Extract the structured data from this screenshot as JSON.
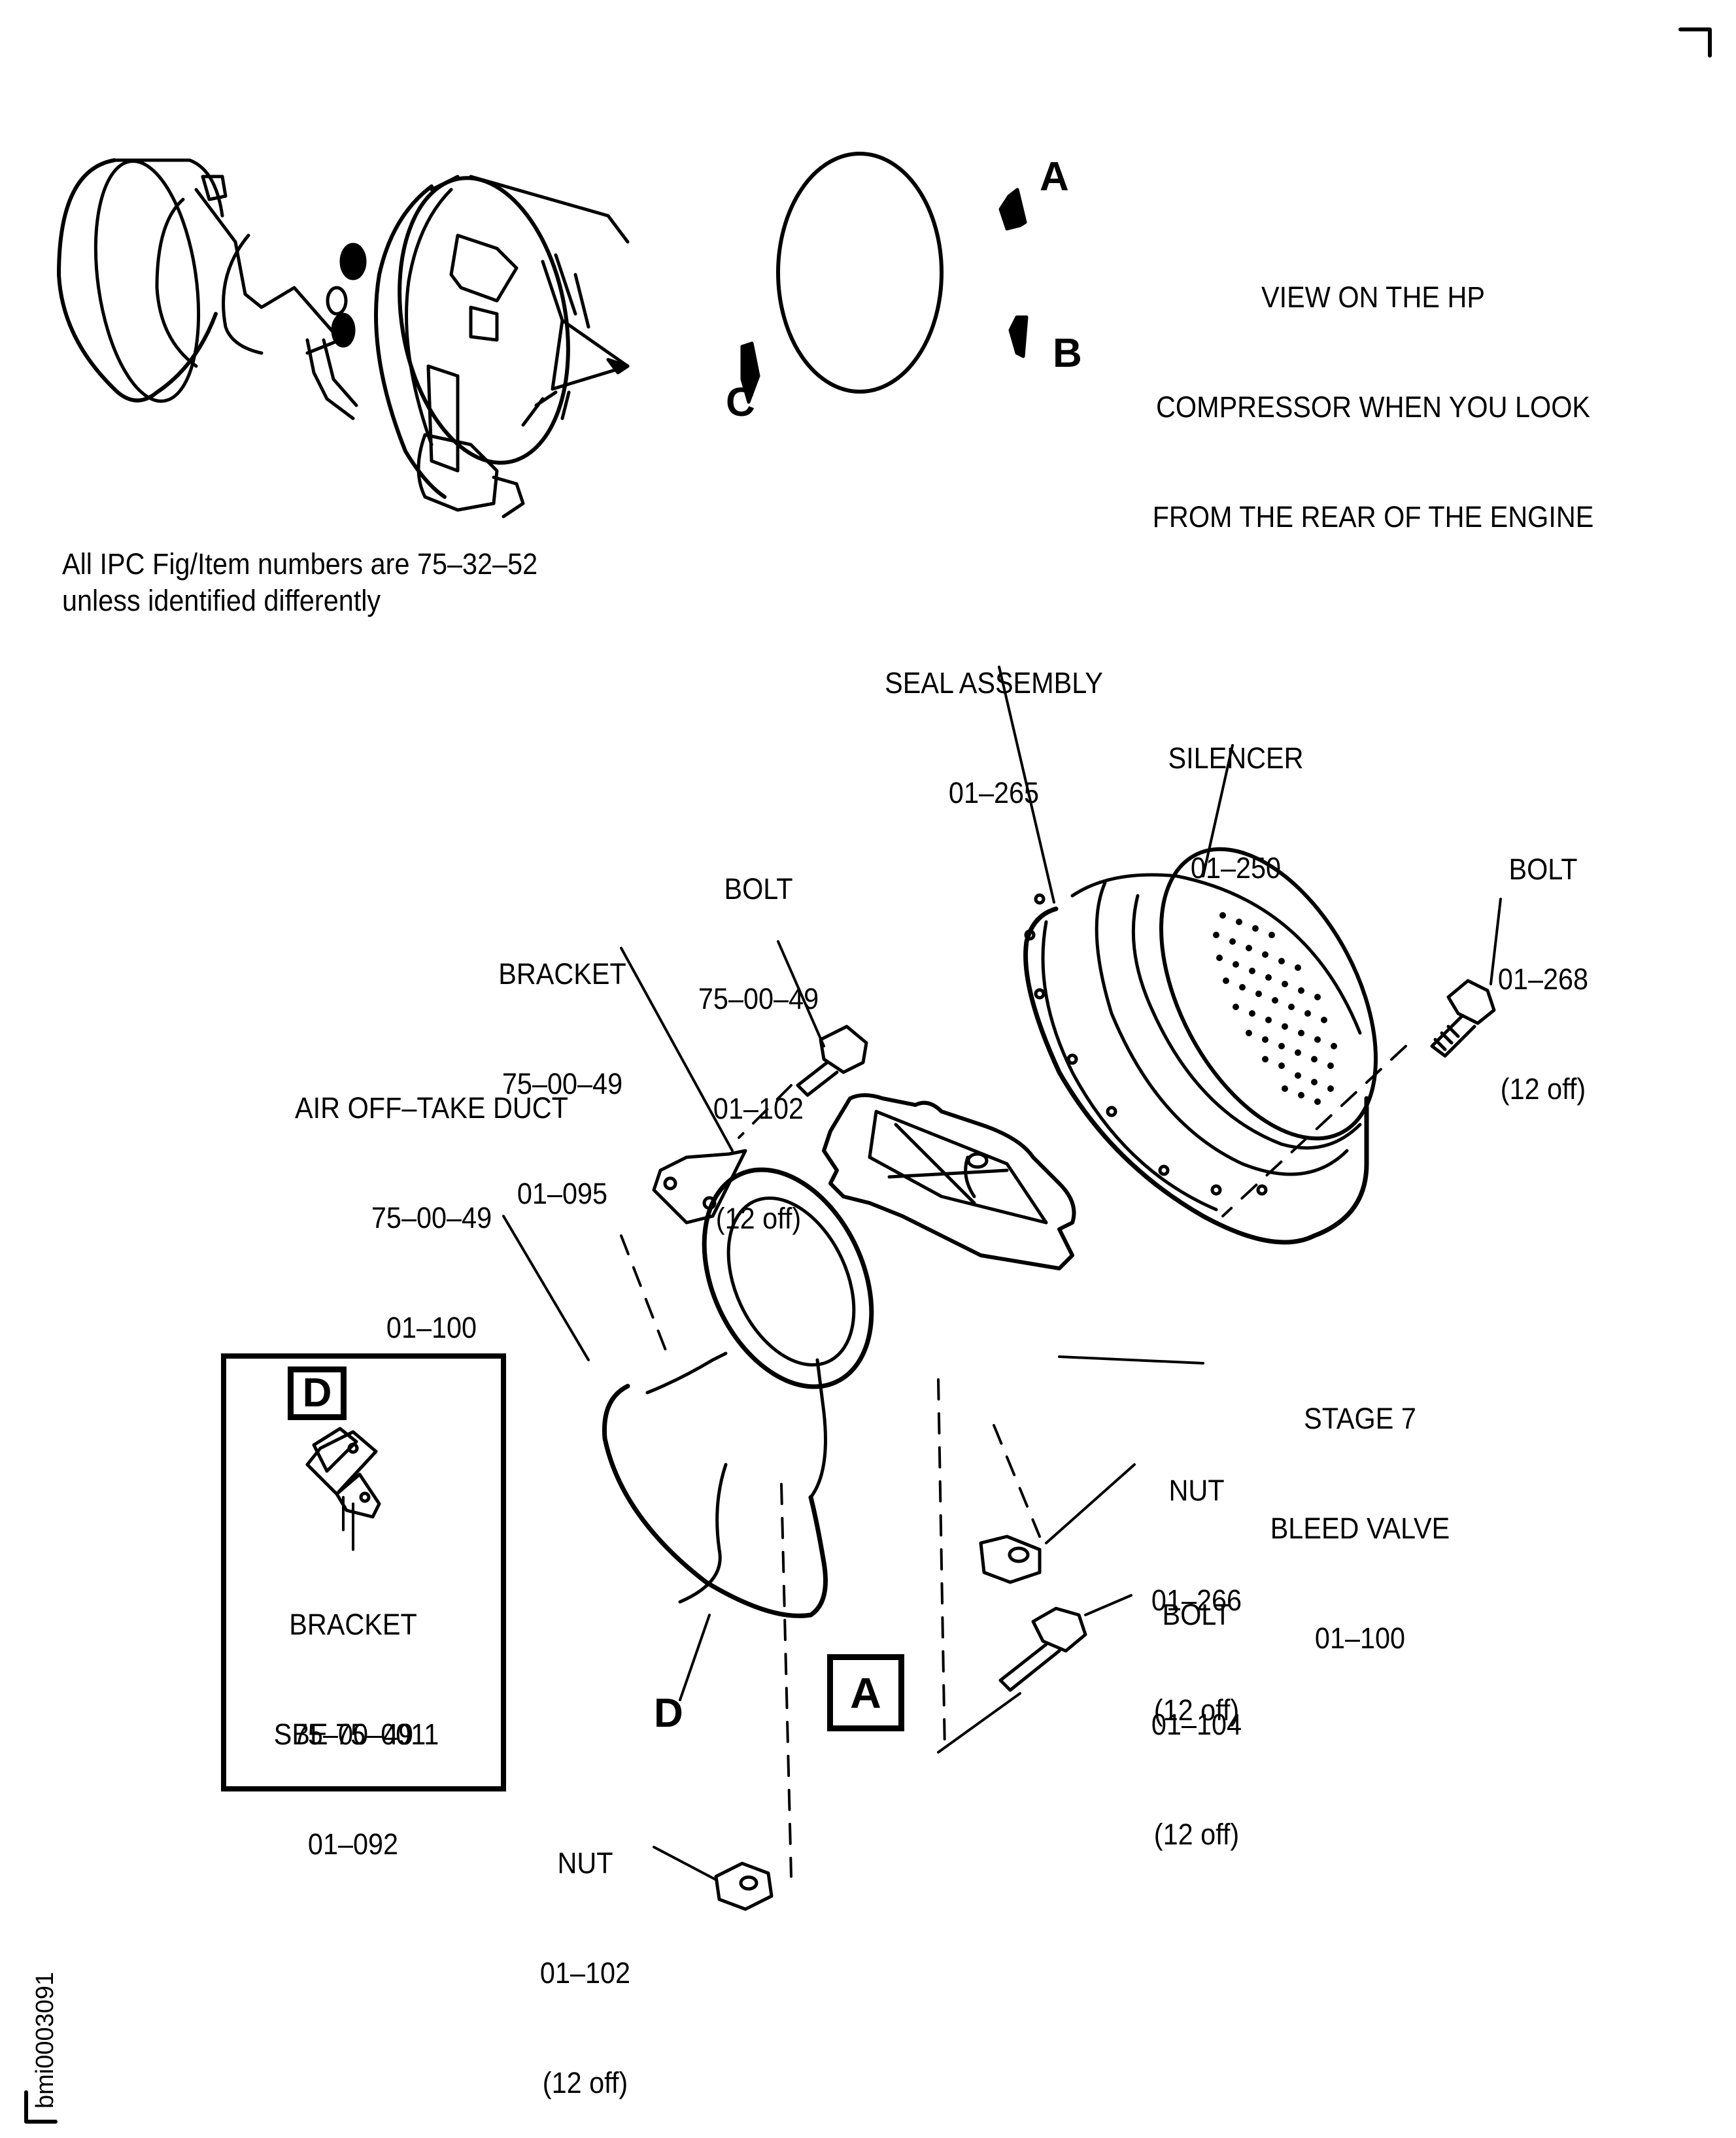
{
  "figure_id": "bmi0003091",
  "note": {
    "line1": "All IPC Fig/Item numbers are 75–32–52",
    "line2": "unless identified differently"
  },
  "view_caption": {
    "line1": "VIEW ON THE HP",
    "line2": "COMPRESSOR WHEN YOU LOOK",
    "line3": "FROM THE REAR OF THE ENGINE"
  },
  "position_markers": [
    "A",
    "B",
    "C"
  ],
  "callouts": {
    "seal_assembly": {
      "name": "SEAL ASSEMBLY",
      "item": "01–265"
    },
    "silencer": {
      "name": "SILENCER",
      "item": "01–250"
    },
    "bolt_268": {
      "name": "BOLT",
      "item": "01–268",
      "qty": "(12 off)"
    },
    "bolt_102": {
      "name": "BOLT",
      "fig": "75–00–49",
      "item": "01–102",
      "qty": "(12 off)"
    },
    "bracket_095": {
      "name": "BRACKET",
      "fig": "75–00–49",
      "item": "01–095"
    },
    "air_duct": {
      "name": "AIR OFF–TAKE DUCT",
      "fig": "75–00–49",
      "item": "01–100"
    },
    "bleed_valve": {
      "name1": "STAGE 7",
      "name2": "BLEED VALVE",
      "item": "01–100"
    },
    "nut_266": {
      "name": "NUT",
      "item": "01–266",
      "qty": "(12 off)"
    },
    "bolt_104": {
      "name": "BOLT",
      "item": "01–104",
      "qty": "(12 off)"
    },
    "nut_102": {
      "name": "NUT",
      "item": "01–102",
      "qty": "(12 off)"
    }
  },
  "view_flags": {
    "a": "A",
    "d": "D"
  },
  "detail_d": {
    "flag": "D",
    "name": "BRACKET",
    "fig": "75–00–49",
    "item": "01–092",
    "sbe": "SBE 75–0011"
  }
}
